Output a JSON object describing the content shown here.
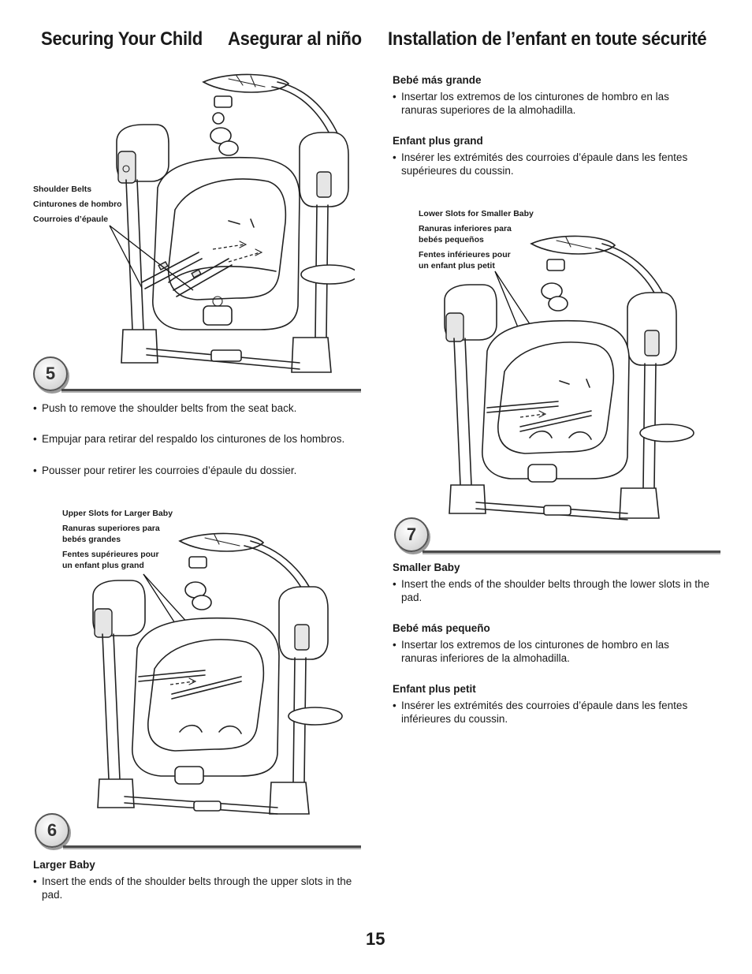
{
  "header": {
    "title_en": "Securing Your Child",
    "title_es": "Asegurar al niño",
    "title_fr": "Installation de l’enfant en toute sécurité"
  },
  "step5": {
    "number": "5",
    "label_lines": [
      "Shoulder Belts",
      "Cinturones de hombro",
      "Courroies d’épaule"
    ],
    "bullets": [
      "Push to remove the shoulder belts from the seat back.",
      "Empujar para retirar del respaldo los cinturones de los hombros.",
      "Pousser pour retirer les courroies d’épaule du dossier."
    ]
  },
  "step6": {
    "number": "6",
    "label_lines": [
      "Upper Slots for Larger Baby",
      "Ranuras superiores para",
      "bebés grandes",
      "Fentes supérieures pour",
      "un enfant plus grand"
    ],
    "larger_baby_title": "Larger Baby",
    "larger_baby_text": "Insert the ends of the shoulder belts through the upper slots in the pad."
  },
  "right_top": {
    "bebe_grande_title": "Bebé más grande",
    "bebe_grande_text": "Insertar los extremos de los cinturones de hombro en las ranuras superiores de la almohadilla.",
    "enfant_grand_title": "Enfant plus grand",
    "enfant_grand_text": "Insérer les extrémités des courroies d’épaule dans les fentes supérieures du coussin."
  },
  "step7": {
    "number": "7",
    "label_lines": [
      "Lower Slots for Smaller Baby",
      "Ranuras inferiores para",
      "bebés pequeños",
      "Fentes inférieures pour",
      "un enfant plus petit"
    ],
    "smaller_baby_title": "Smaller Baby",
    "smaller_baby_text": "Insert the ends of the shoulder belts through the lower slots in the pad.",
    "bebe_pequeno_title": "Bebé más pequeño",
    "bebe_pequeno_text": "Insertar los extremos de los cinturones de hombro en las ranuras inferiores de la almohadilla.",
    "enfant_petit_title": "Enfant plus petit",
    "enfant_petit_text": "Insérer les extrémités des courroies d’épaule dans les fentes inférieures du coussin."
  },
  "page_number": "15"
}
